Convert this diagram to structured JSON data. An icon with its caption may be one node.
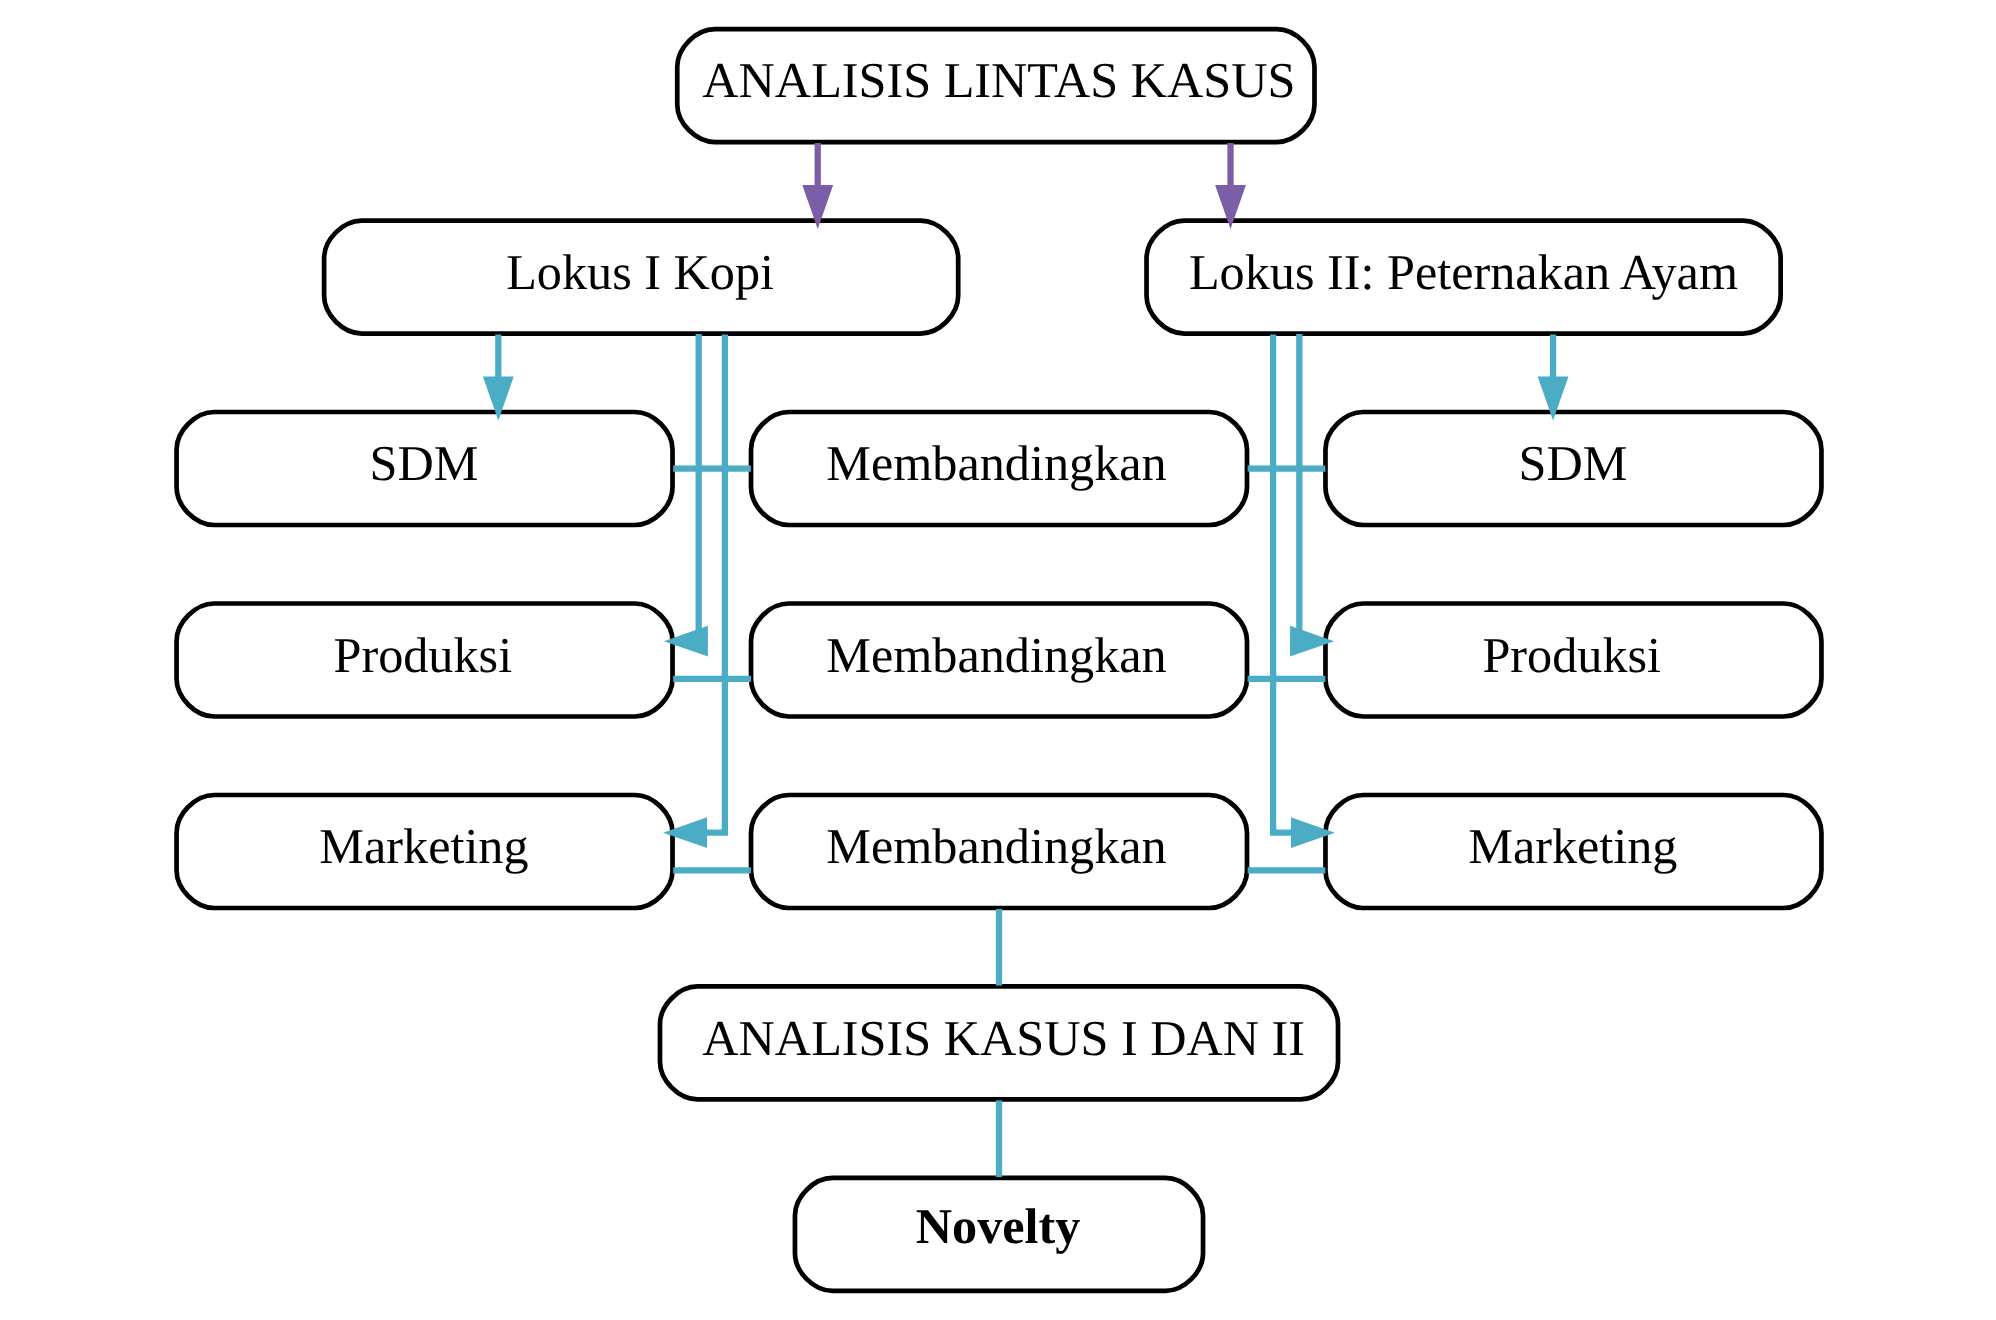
{
  "diagram": {
    "nodes": [
      {
        "text": [
          "ANALISIS LINTAS KASUS"
        ]
      },
      {
        "text": [
          "Lokus I Kopi"
        ]
      },
      {
        "text": [
          "Lokus II: Peternakan Ayam"
        ]
      },
      {
        "text": [
          "SDM"
        ]
      },
      {
        "text": [
          "Membandingkan"
        ]
      },
      {
        "text": [
          "SDM"
        ]
      },
      {
        "text": [
          "Produksi"
        ]
      },
      {
        "text": [
          "Membandingkan"
        ]
      },
      {
        "text": [
          "Produksi"
        ]
      },
      {
        "text": [
          "Marketing"
        ]
      },
      {
        "text": [
          "Membandingkan"
        ]
      },
      {
        "text": [
          "Marketing"
        ]
      },
      {
        "text": [
          "ANALISIS KASUS I DAN II"
        ]
      },
      {
        "text": [
          "Novelty"
        ]
      }
    ],
    "edges": [
      {
        "from": 0,
        "to": 1,
        "arrow": "to",
        "color": "#7b5ea7"
      },
      {
        "from": 0,
        "to": 2,
        "arrow": "to",
        "color": "#7b5ea7"
      },
      {
        "from": 1,
        "to": 3,
        "arrow": "to"
      },
      {
        "from": 1,
        "to": 6,
        "arrow": "to"
      },
      {
        "from": 1,
        "to": 9,
        "arrow": "to"
      },
      {
        "from": 2,
        "to": 5,
        "arrow": "to"
      },
      {
        "from": 2,
        "to": 8,
        "arrow": "to"
      },
      {
        "from": 2,
        "to": 11,
        "arrow": "to"
      },
      {
        "from": 3,
        "to": 4,
        "arrow": "none"
      },
      {
        "from": 4,
        "to": 5,
        "arrow": "none"
      },
      {
        "from": 6,
        "to": 7,
        "arrow": "none"
      },
      {
        "from": 7,
        "to": 8,
        "arrow": "none"
      },
      {
        "from": 9,
        "to": 10,
        "arrow": "none"
      },
      {
        "from": 10,
        "to": 11,
        "arrow": "none"
      },
      {
        "from": 10,
        "to": 12,
        "arrow": "none"
      },
      {
        "from": 12,
        "to": 13,
        "arrow": "none"
      }
    ]
  }
}
